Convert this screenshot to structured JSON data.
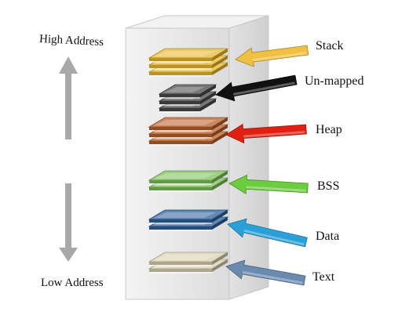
{
  "labels": {
    "high_address": "High Address",
    "low_address": "Low Address"
  },
  "segments": [
    {
      "id": "stack",
      "label": "Stack",
      "color": "#e8b830",
      "arrow_color": "#f0c040"
    },
    {
      "id": "unmapped",
      "label": "Un-mapped",
      "color": "#4a4a4a",
      "arrow_color": "#111111"
    },
    {
      "id": "heap",
      "label": "Heap",
      "color": "#b8602a",
      "arrow_color": "#e02010"
    },
    {
      "id": "bss",
      "label": "BSS",
      "color": "#7cbf5a",
      "arrow_color": "#6ccc40"
    },
    {
      "id": "data",
      "label": "Data",
      "color": "#2e5f9a",
      "arrow_color": "#2aa0d8"
    },
    {
      "id": "text",
      "label": "Text",
      "color": "#d8d0b0",
      "arrow_color": "#6a8ab0"
    }
  ],
  "direction_arrow_color": "#a8a8a8"
}
